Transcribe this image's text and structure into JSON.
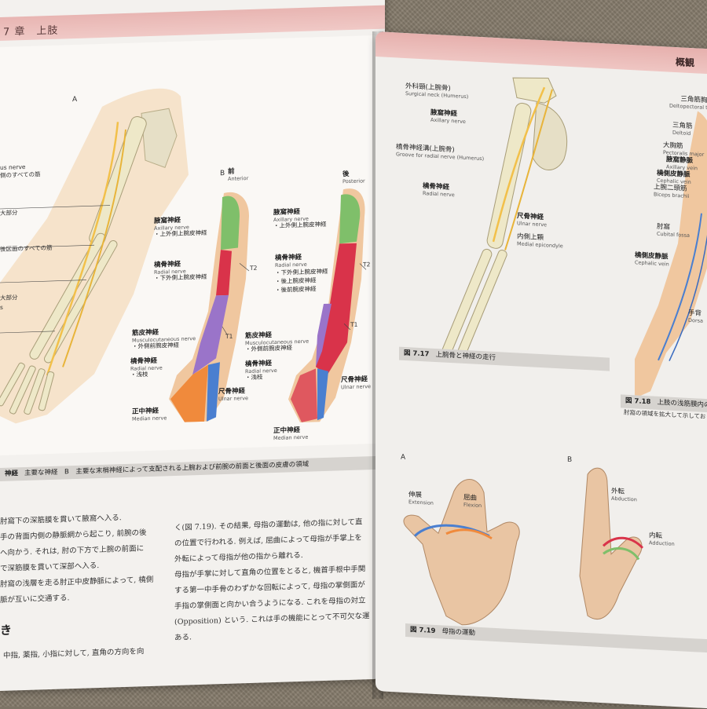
{
  "left_page": {
    "chapter": "7 章　上肢",
    "fig_a_letter": "A",
    "fig_b_letter": "B",
    "fig_b_front": {
      "jp": "前",
      "en": "Anterior"
    },
    "fig_b_back": {
      "jp": "後",
      "en": "Posterior"
    },
    "left_labels": [
      "us nerve",
      "側のすべての筋",
      "大部分",
      "後区画のすべての筋",
      "大部分",
      "s"
    ],
    "front_labels": [
      {
        "jp": "腋窩神経",
        "en": "Axillary nerve",
        "sub": "・上外側上腕皮神経"
      },
      {
        "jp": "橈骨神経",
        "en": "Radial nerve",
        "sub": "・下外側上腕皮神経"
      },
      {
        "jp": "筋皮神経",
        "en": "Musculocutaneous nerve",
        "sub": "・外側前腕皮神経"
      },
      {
        "jp": "橈骨神経",
        "en": "Radial nerve",
        "sub": "・浅枝"
      },
      {
        "jp": "尺骨神経",
        "en": "Ulnar nerve",
        "sub": ""
      },
      {
        "jp": "正中神経",
        "en": "Median nerve",
        "sub": ""
      }
    ],
    "back_labels": [
      {
        "jp": "腋窩神経",
        "en": "Axillary nerve",
        "sub": "・上外側上腕皮神経"
      },
      {
        "jp": "橈骨神経",
        "en": "Radial nerve",
        "sub": "・下外側上腕皮神経\n・後上腕皮神経\n・後前腕皮神経"
      },
      {
        "jp": "筋皮神経",
        "en": "Musculocutaneous nerve",
        "sub": "・外側前腕皮神経"
      },
      {
        "jp": "橈骨神経",
        "en": "Radial nerve",
        "sub": "・浅枝"
      },
      {
        "jp": "尺骨神経",
        "en": "Ulnar nerve",
        "sub": ""
      },
      {
        "jp": "正中神経",
        "en": "Median nerve",
        "sub": ""
      }
    ],
    "dermatome_t2": "T2",
    "dermatome_t1": "T1",
    "caption_num": "神経",
    "caption_text": "主要な神経　B　主要な末梢神経によって支配される上腕および前腕の前面と後面の皮膚の領域",
    "text_col1": [
      "肘窩下の深筋膜を貫いて腋窩へ入る.",
      "手の背面内側の静脈網から起こり, 前腕の後",
      "へ向かう. それは, 肘の下方で上腕の前面に",
      "で深筋膜を貫いて深部へ入る.",
      "肘窩の浅層を走る肘正中皮静脈によって, 橈側",
      "脈が互いに交通する."
    ],
    "heading": "き",
    "text_col1_bottom": "中指, 薬指, 小指に対して, 直角の方向を向",
    "text_col2": [
      "く(図 7.19). その結果, 母指の運動は, 他の指に対して直",
      "の位置で行われる. 例えば, 屈曲によって母指が手掌上を",
      "外転によって母指が他の指から離れる.",
      "母指が手掌に対して直角の位置をとると, 機首手根中手関",
      "する第一中手骨のわずかな回転によって, 母指の掌側面が",
      "手指の掌側面と向かい合うようになる. これを母指の対立",
      "(Opposition) という. これは手の機能にとって不可欠な運",
      "ある."
    ]
  },
  "right_page": {
    "section": "概観",
    "fig17_labels": [
      {
        "jp": "外科頸(上腕骨)",
        "en": "Surgical neck (Humerus)"
      },
      {
        "jp": "腋窩神経",
        "en": "Axillary nerve"
      },
      {
        "jp": "橈骨神経溝(上腕骨)",
        "en": "Groove for radial nerve (Humerus)"
      },
      {
        "jp": "橈骨神経",
        "en": "Radial nerve"
      },
      {
        "jp": "尺骨神経",
        "en": "Ulnar nerve"
      },
      {
        "jp": "内側上顆",
        "en": "Medial epicondyle"
      }
    ],
    "fig18_labels": [
      {
        "jp": "三角筋胸筋三",
        "en": "Deltopectoral triang"
      },
      {
        "jp": "三角筋",
        "en": "Deltoid"
      },
      {
        "jp": "大胸筋",
        "en": "Pectoralis major"
      },
      {
        "jp": "腋窩静脈",
        "en": "Axillary vein"
      },
      {
        "jp": "橈側皮静脈",
        "en": "Cephalic vein"
      },
      {
        "jp": "上腕二頭筋",
        "en": "Biceps brachii"
      },
      {
        "jp": "肘窩",
        "en": "Cubital fossa"
      },
      {
        "jp": "橈側皮静脈",
        "en": "Cephalic vein"
      },
      {
        "jp": "手背",
        "en": "Dorsa"
      }
    ],
    "fig17_caption_num": "図 7.17",
    "fig17_caption": "上腕骨と神経の走行",
    "fig18_caption_num": "図 7.18",
    "fig18_caption": "上肢の浅筋膜内の静",
    "fig18_caption_line2": "肘窩の領域を拡大して示しており",
    "fig19_letter_a": "A",
    "fig19_letter_b": "B",
    "fig19_labels": {
      "extension": {
        "jp": "伸展",
        "en": "Extension"
      },
      "flexion": {
        "jp": "屈曲",
        "en": "Flexion"
      },
      "abduction": {
        "jp": "外転",
        "en": "Abduction"
      },
      "adduction": {
        "jp": "内転",
        "en": "Adduction"
      }
    },
    "fig19_caption_num": "図 7.19",
    "fig19_caption": "母指の運動"
  },
  "colors": {
    "axillary": "#7fbf6a",
    "radial": "#d9334a",
    "musculocutaneous": "#9a74c9",
    "ulnar": "#4a7fd0",
    "median": "#f08a3c",
    "skin": "#f0c79f",
    "bone": "#eee8c8",
    "header": "#e8b5b2"
  }
}
